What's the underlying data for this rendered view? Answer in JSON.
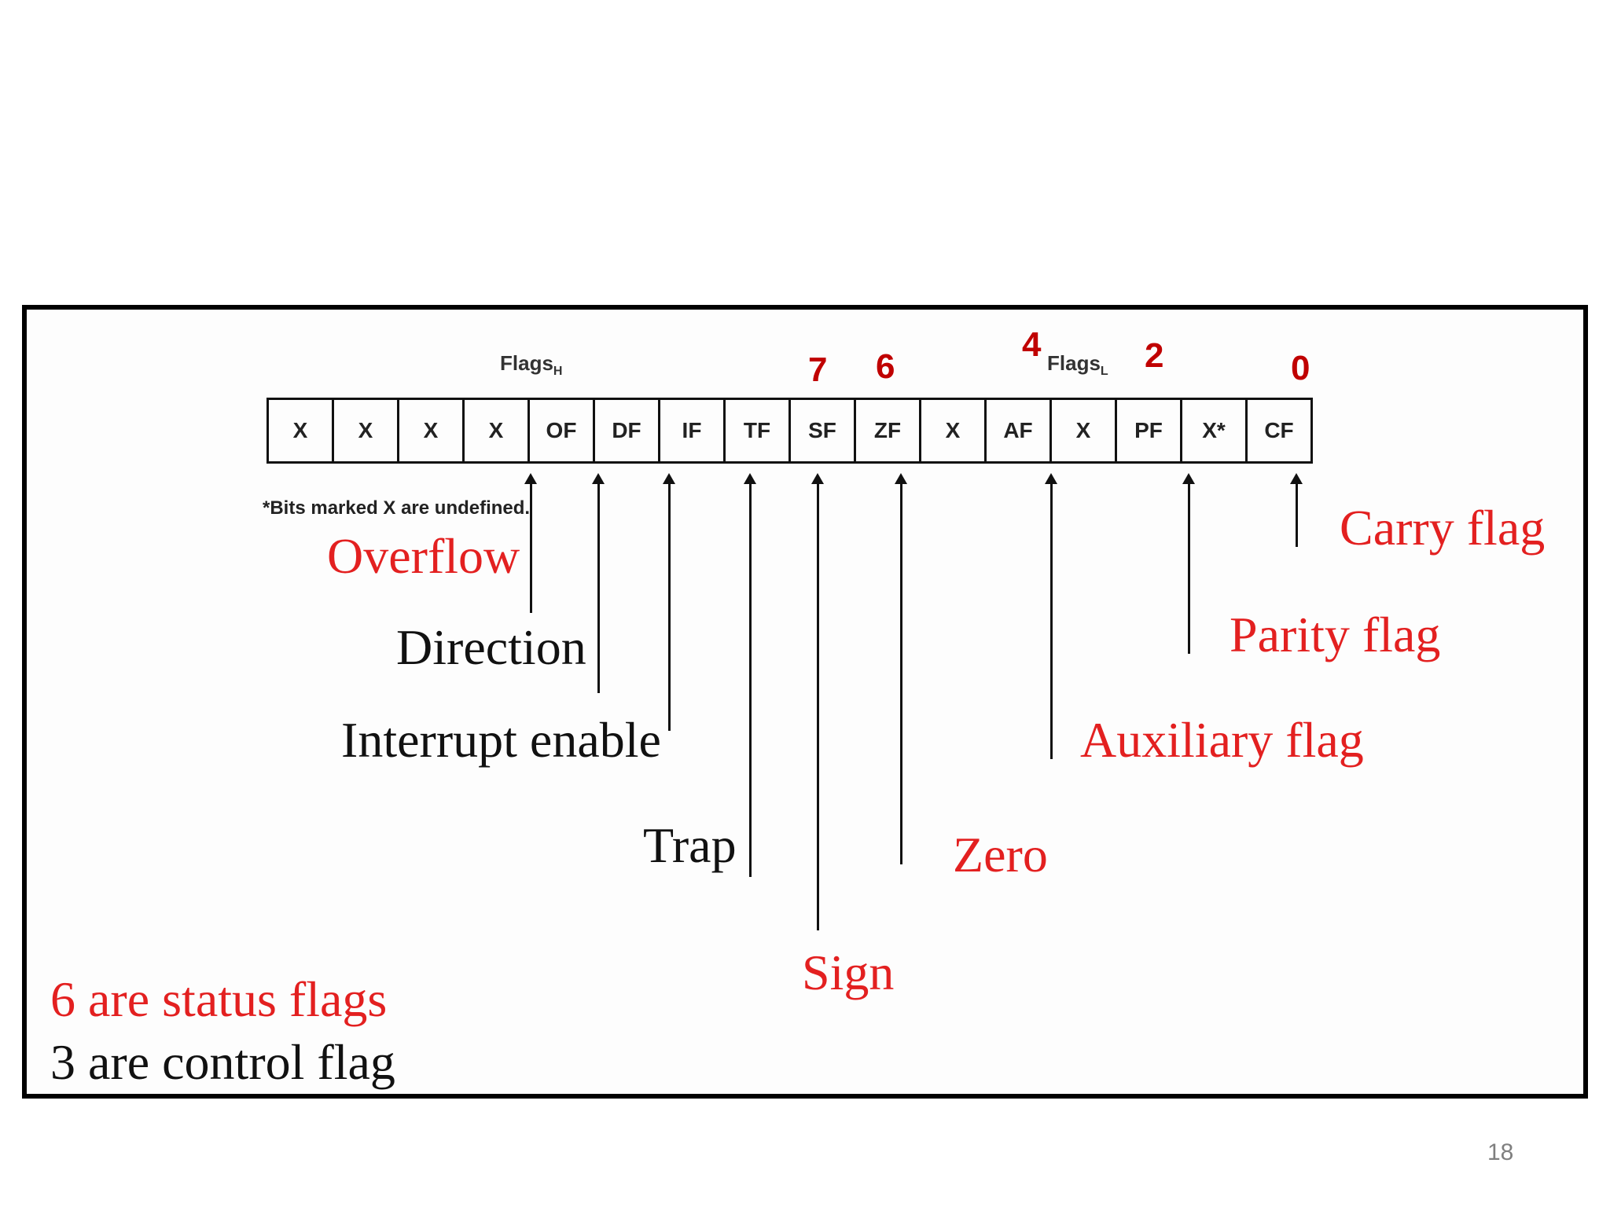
{
  "register": {
    "cells": [
      "X",
      "X",
      "X",
      "X",
      "OF",
      "DF",
      "IF",
      "TF",
      "SF",
      "ZF",
      "X",
      "AF",
      "X",
      "PF",
      "X*",
      "CF"
    ],
    "high_label": "Flags",
    "high_sub": "H",
    "low_label": "Flags",
    "low_sub": "L",
    "note": "*Bits marked X are undefined."
  },
  "bit_numbers": {
    "sf": "7",
    "zf": "6",
    "af": "4",
    "pf": "2",
    "cf": "0"
  },
  "flag_labels": {
    "overflow": "Overflow",
    "direction": "Direction",
    "interrupt": "Interrupt enable",
    "trap": "Trap",
    "sign": "Sign",
    "zero": "Zero",
    "auxiliary": "Auxiliary flag",
    "parity": "Parity flag",
    "carry": "Carry flag"
  },
  "summary": {
    "status": "6 are status flags",
    "control": "3 are control flag"
  },
  "page_number": "18",
  "colors": {
    "status_flag": "#e32020",
    "control_flag": "#111111",
    "bit_number": "#c00000"
  }
}
